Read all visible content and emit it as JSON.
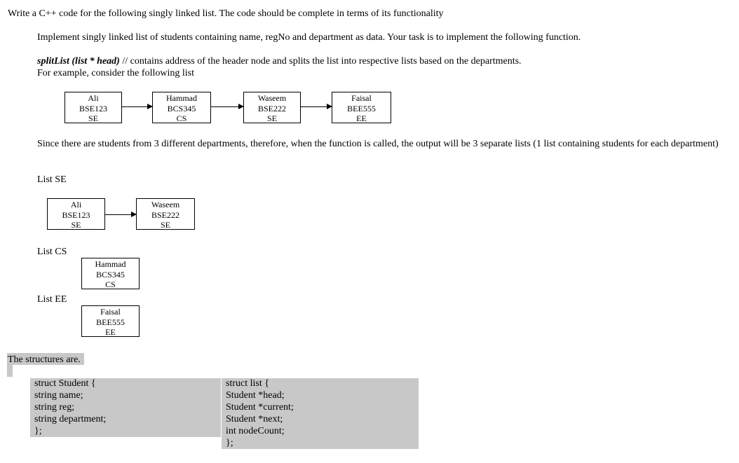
{
  "question": "Write a C++ code for the following singly linked list. The code should be complete in terms of its functionality",
  "intro": "Implement singly linked list of students containing name, regNo and department as data. Your task is to implement the following function.",
  "function_sig": "splitList (list * head)",
  "function_desc": " // contains address of the header node and splits the list into respective lists based on the departments.",
  "example_intro": "For example, consider the following list",
  "main_list": [
    {
      "name": "Ali",
      "reg": "BSE123",
      "dept": "SE"
    },
    {
      "name": "Hammad",
      "reg": "BCS345",
      "dept": "CS"
    },
    {
      "name": "Waseem",
      "reg": "BSE222",
      "dept": "SE"
    },
    {
      "name": "Faisal",
      "reg": "BEE555",
      "dept": "EE"
    }
  ],
  "since_text": "Since there are students from 3 different departments, therefore, when the function is called, the output will be 3 separate lists (1 list containing students for each department)",
  "lists": [
    {
      "label": "List SE",
      "nodes": [
        {
          "name": "Ali",
          "reg": "BSE123",
          "dept": "SE"
        },
        {
          "name": "Waseem",
          "reg": "BSE222",
          "dept": "SE"
        }
      ]
    },
    {
      "label": "List CS",
      "nodes": [
        {
          "name": "Hammad",
          "reg": "BCS345",
          "dept": "CS"
        }
      ]
    },
    {
      "label": "List EE",
      "nodes": [
        {
          "name": "Faisal",
          "reg": "BEE555",
          "dept": "EE"
        }
      ]
    }
  ],
  "structures_label": "The structures are.",
  "code_left": [
    "struct Student {",
    "string name;",
    "string reg;",
    "string department;",
    "};"
  ],
  "code_right": [
    "struct list {",
    "Student *head;",
    "Student *current;",
    "Student *next;",
    "int nodeCount;",
    "};"
  ]
}
